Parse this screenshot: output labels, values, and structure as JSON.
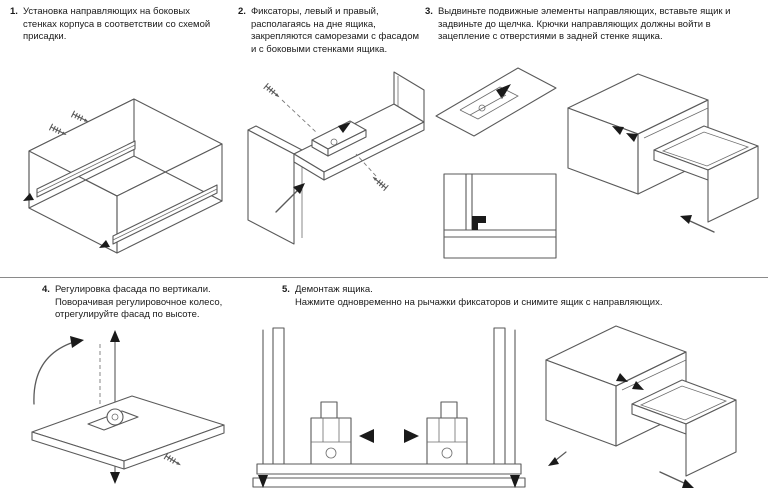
{
  "meta": {
    "language": "ru",
    "background": "#ffffff",
    "line_color": "#5a5a5a",
    "arrow_color": "#1a1a1a",
    "text_color": "#1a1a1a",
    "divider_color": "#8a8a8a"
  },
  "steps": [
    {
      "number": "1.",
      "text": "Установка направляющих на боковых стенках корпуса в соответствии со схемой присадки."
    },
    {
      "number": "2.",
      "text": "Фиксаторы, левый и правый, располагаясь на дне ящика, закрепляются саморезами с фасадом и с боковыми стенками ящика."
    },
    {
      "number": "3.",
      "text": "Выдвиньте подвижные элементы направляющих, вставьте ящик и задвиньте до щелчка. Крючки направляющих должны войти в зацепление с отверстиями в задней стенке ящика."
    },
    {
      "number": "4.",
      "text": "Регулировка фасада по вертикали. Поворачивая регулировочное колесо, отрегулируйте фасад по высоте."
    },
    {
      "number": "5.",
      "title": "Демонтаж ящика.",
      "text": "Нажмите одновременно на рычажки фиксаторов и снимите ящик с направляющих."
    }
  ]
}
